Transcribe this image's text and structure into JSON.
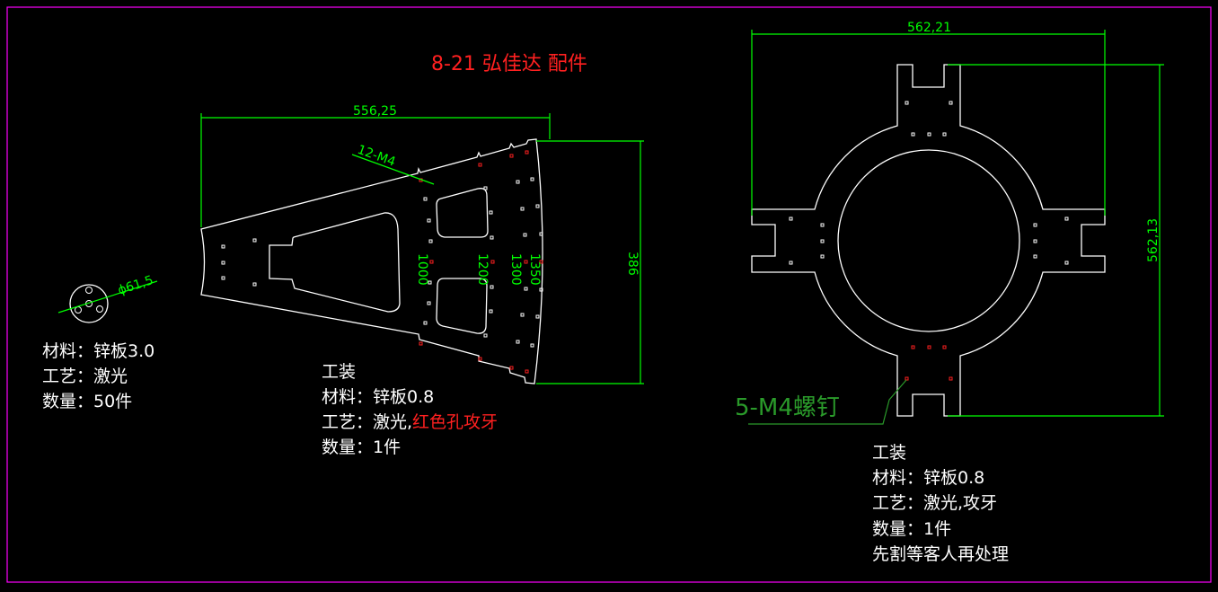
{
  "title": "8-21 弘佳达 配件",
  "colors": {
    "background": "#000000",
    "border": "#ff00ff",
    "dimension": "#00ff00",
    "outline": "#ffffff",
    "highlight": "#ff2020",
    "leader_text": "#2a9a2a"
  },
  "disc_part": {
    "diameter_label": "ϕ61,5",
    "notes": [
      "材料：锌板3.0",
      "工艺：激光",
      "数量：50件"
    ]
  },
  "fan_part": {
    "width_dim": "556,25",
    "height_dim": "386",
    "thread_callout": "12-M4",
    "radius_labels": [
      "1000",
      "1200",
      "1300",
      "1350"
    ],
    "notes": {
      "heading": "工装",
      "material": "材料：锌板0.8",
      "process_prefix": "工艺：激光,",
      "process_highlight": "红色孔攻牙",
      "quantity": "数量：1件"
    }
  },
  "ring_part": {
    "width_dim": "562,21",
    "height_dim": "562,13",
    "screw_callout": "5-M4螺钉",
    "notes": [
      "工装",
      "材料：锌板0.8",
      "工艺：激光,攻牙",
      "数量：1件",
      "先割等客人再处理"
    ]
  }
}
